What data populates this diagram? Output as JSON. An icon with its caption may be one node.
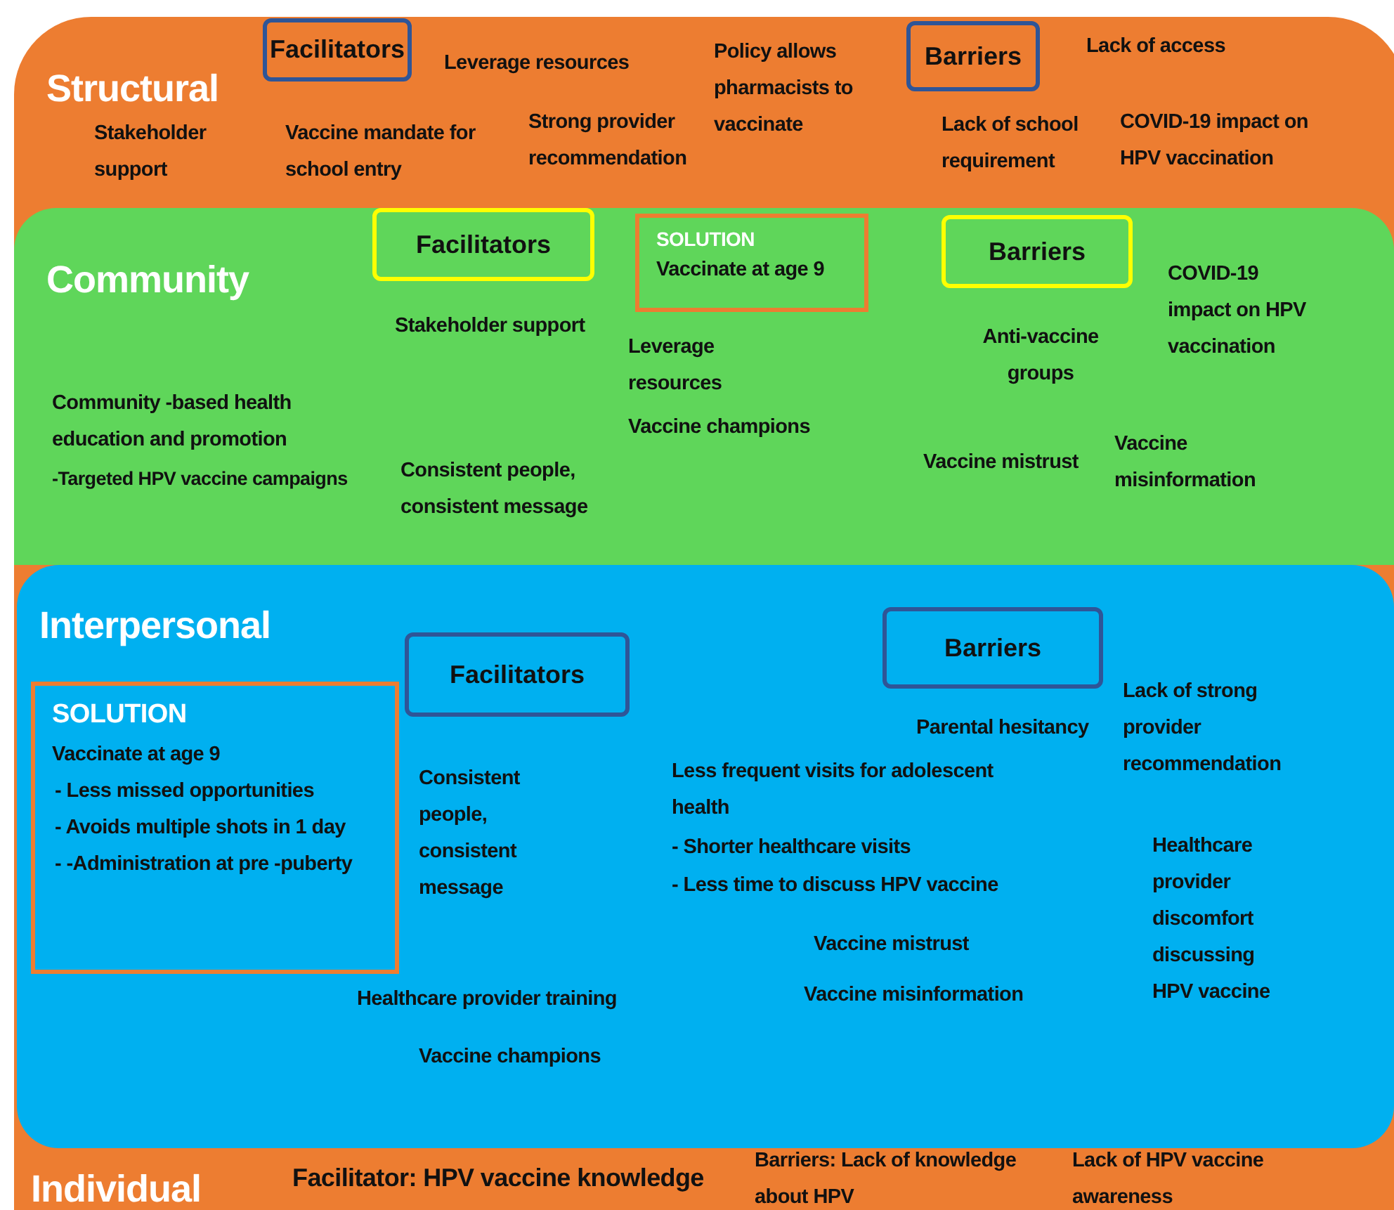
{
  "diagram": {
    "nodes": [
      {
        "text": [
          "Structural"
        ]
      },
      {
        "text": [
          "Facilitators"
        ],
        "in": 0
      },
      {
        "text": [
          "Barriers"
        ],
        "in": 0
      },
      {
        "text": [
          "Community"
        ],
        "in": 0
      },
      {
        "text": [
          "Facilitators"
        ],
        "in": 3
      },
      {
        "text": [
          "SOLUTION",
          "Vaccinate at age 9"
        ],
        "in": 3
      },
      {
        "text": [
          "Barriers"
        ],
        "in": 3
      },
      {
        "text": [
          "Interpersonal"
        ],
        "in": 0
      },
      {
        "text": [
          "SOLUTION",
          "Vaccinate at age 9",
          "- Less missed opportunities",
          "- Avoids multiple shots in 1 day",
          "- -Administration at pre -puberty"
        ],
        "in": 7
      },
      {
        "text": [
          "Facilitators"
        ],
        "in": 7
      },
      {
        "text": [
          "Barriers"
        ],
        "in": 7
      }
    ],
    "labels": [
      "Leverage resources",
      "Policy allows pharmacists to vaccinate",
      "Lack of access",
      "Stakeholder support",
      "Vaccine mandate for school entry",
      "Strong provider recommendation",
      "Lack of school requirement",
      "COVID-19 impact on HPV vaccination",
      "COVID-19 impact on HPV vaccination",
      "Stakeholder support",
      "Leverage resources",
      "Anti-vaccine groups",
      "Community -based health education and promotion",
      "-Targeted HPV vaccine campaigns",
      "Vaccine champions",
      "Consistent people, consistent message",
      "Vaccine mistrust",
      "Vaccine misinformation",
      "Lack of strong provider recommendation",
      "Parental hesitancy",
      "Consistent people, consistent message",
      "Less frequent visits for adolescent health",
      "- Shorter healthcare visits",
      "- Less time to discuss HPV vaccine",
      "Healthcare provider discomfort discussing HPV vaccine",
      "Vaccine mistrust",
      "Healthcare provider training",
      "Vaccine misinformation",
      "Vaccine champions",
      "Individual",
      "Facilitator: HPV vaccine knowledge",
      "Barriers: Lack of knowledge about HPV",
      "Lack of HPV vaccine awareness"
    ]
  }
}
